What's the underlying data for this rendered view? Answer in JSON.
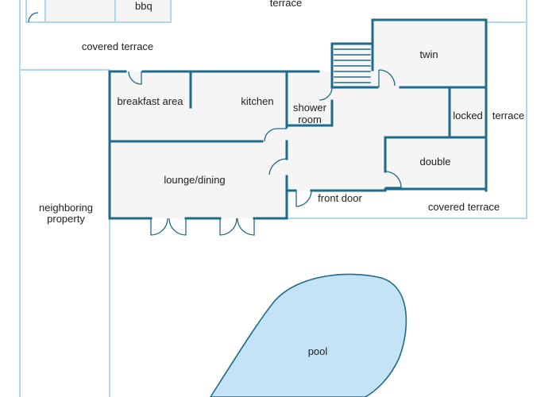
{
  "plan": {
    "labels": {
      "bbq": "bbq",
      "terrace_top": "terrace",
      "covered_terrace_top": "covered terrace",
      "breakfast_area": "breakfast area",
      "kitchen": "kitchen",
      "shower_room_1": "shower",
      "shower_room_2": "room",
      "twin": "twin",
      "locked": "locked",
      "terrace_right": "terrace",
      "double": "double",
      "lounge_dining": "lounge/dining",
      "front_door": "front door",
      "covered_terrace_right": "covered terrace",
      "neighboring_property_1": "neighboring",
      "neighboring_property_2": "property",
      "pool": "pool"
    },
    "colors": {
      "wall": "#1f6b8a",
      "outline": "#aed6ec",
      "room_fill": "#f5f5f5",
      "pool_fill": "#c5e3f6"
    }
  }
}
